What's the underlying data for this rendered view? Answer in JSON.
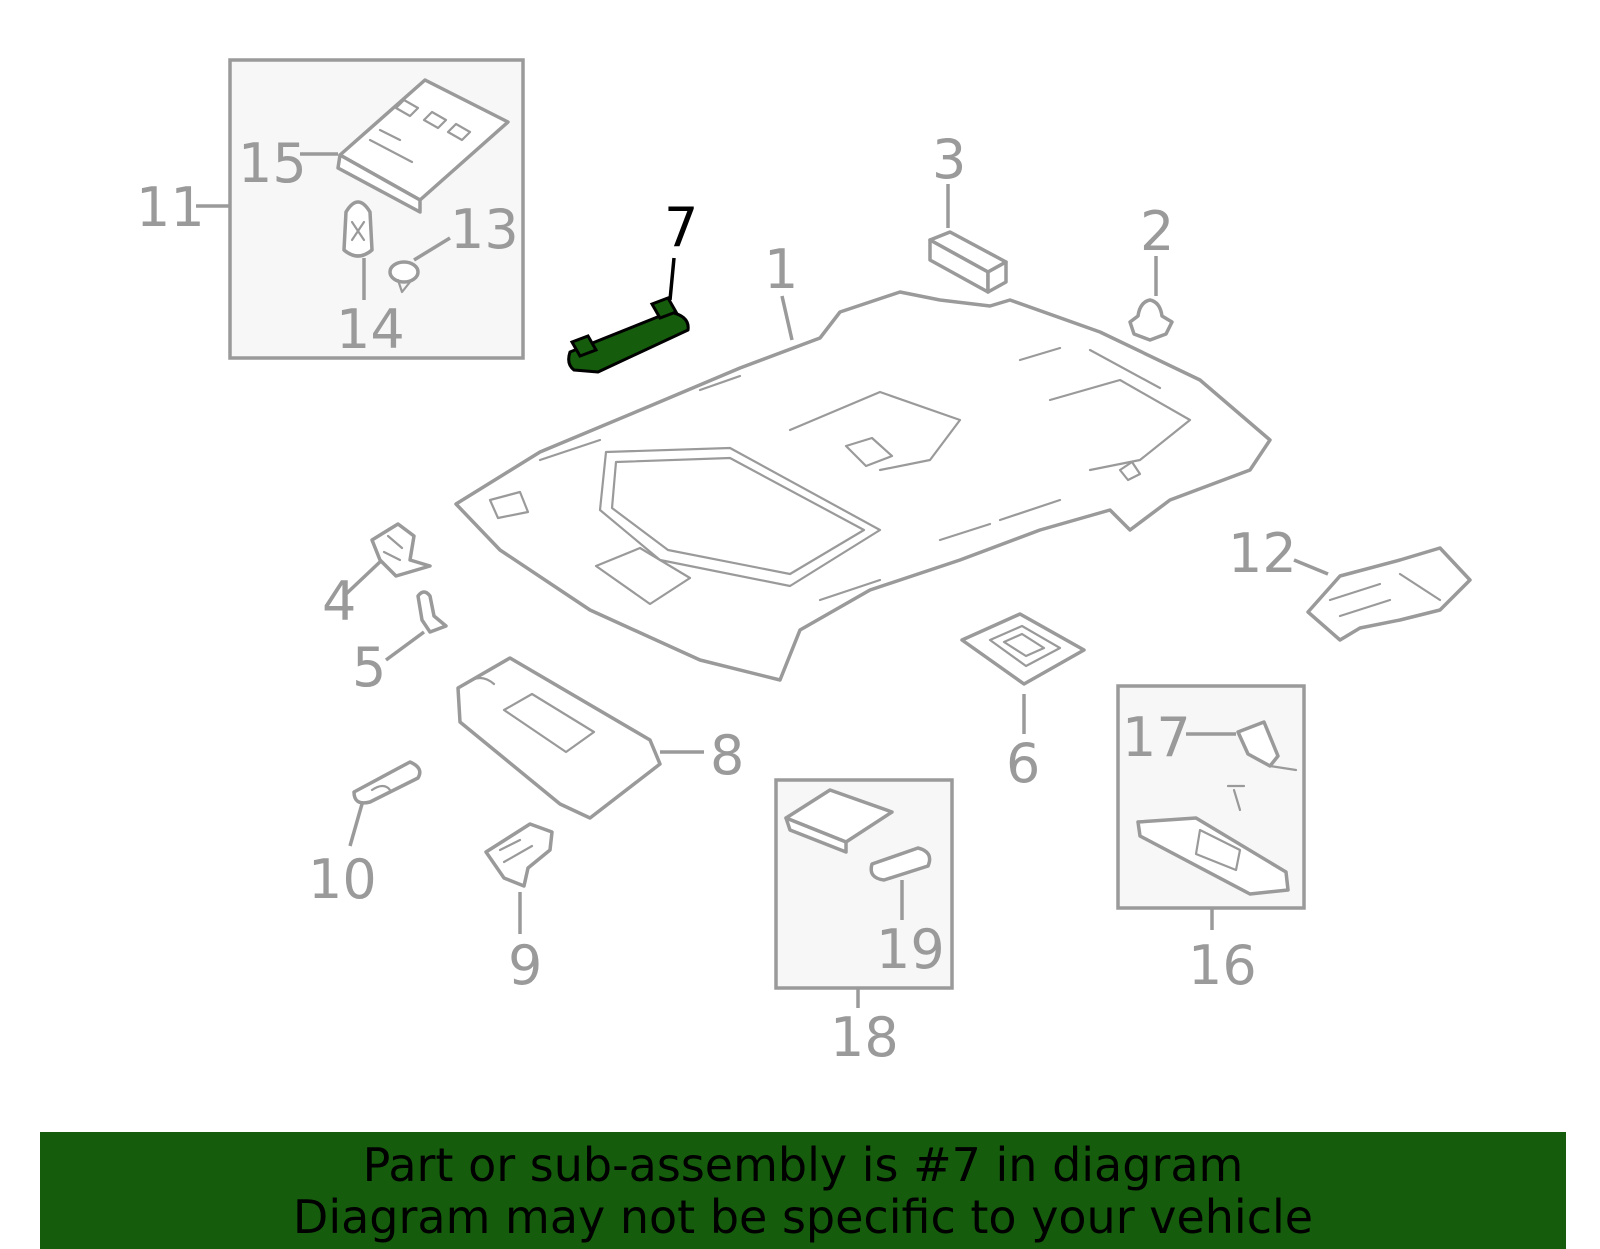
{
  "callouts": {
    "c1": "1",
    "c2": "2",
    "c3": "3",
    "c4": "4",
    "c5": "5",
    "c6": "6",
    "c7": "7",
    "c8": "8",
    "c9": "9",
    "c10": "10",
    "c11": "11",
    "c12": "12",
    "c13": "13",
    "c14": "14",
    "c15": "15",
    "c16": "16",
    "c17": "17",
    "c18": "18",
    "c19": "19"
  },
  "highlighted_part": "7",
  "colors": {
    "highlight": "#155d0c",
    "line": "#9a9a9a",
    "banner_bg": "#155d0c"
  },
  "banner": {
    "line1": "Part or sub-assembly is #7 in diagram",
    "line2": "Diagram may not be specific to your vehicle"
  }
}
